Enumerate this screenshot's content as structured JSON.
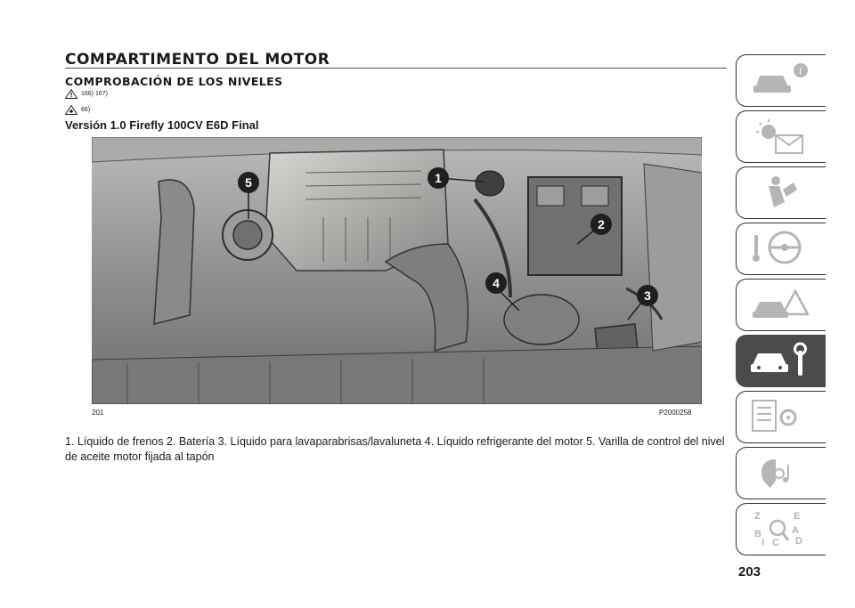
{
  "header": {
    "title": "COMPARTIMENTO DEL MOTOR",
    "subtitle": "COMPROBACIÓN DE LOS NIVELES",
    "warning_refs": "166) 167)",
    "caution_refs": "66)",
    "version": "Versión 1.0 Firefly 100CV E6D Final"
  },
  "figure": {
    "number": "201",
    "code": "P2000258",
    "callouts": [
      "1",
      "2",
      "3",
      "4",
      "5"
    ]
  },
  "caption": "1. Líquido de frenos 2. Batería 3. Líquido para lavaparabrisas/lavaluneta 4. Líquido refrigerante del motor 5. Varilla de control del nivel de aceite motor fijada al tapón",
  "page_number": "203",
  "side_tabs": [
    {
      "icon": "car-info-icon",
      "active": false
    },
    {
      "icon": "warning-lights-icon",
      "active": false
    },
    {
      "icon": "airbag-safety-icon",
      "active": false
    },
    {
      "icon": "steering-wheel-icon",
      "active": false
    },
    {
      "icon": "breakdown-icon",
      "active": false
    },
    {
      "icon": "car-maintenance-icon",
      "active": true
    },
    {
      "icon": "technical-data-icon",
      "active": false
    },
    {
      "icon": "multimedia-icon",
      "active": false
    },
    {
      "icon": "index-icon",
      "active": false
    }
  ],
  "colors": {
    "active_tab": "#4b4b4b",
    "callout": "#1f1f1f"
  }
}
